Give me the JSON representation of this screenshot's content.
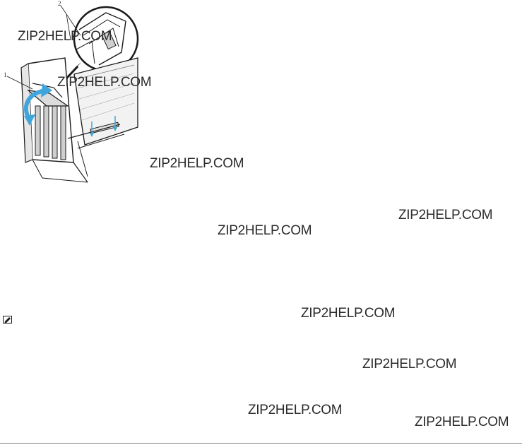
{
  "figure": {
    "callouts": [
      "1",
      "2"
    ]
  },
  "watermarks": [
    "ZIP2HELP.COM",
    "ZIP2HELP.COM",
    "ZIP2HELP.COM",
    "ZIP2HELP.COM",
    "ZIP2HELP.COM",
    "ZIP2HELP.COM",
    "ZIP2HELP.COM",
    "ZIP2HELP.COM",
    "ZIP2HELP.COM"
  ],
  "icons": {
    "note": "note-pencil-icon"
  },
  "colors": {
    "arrow": "#3ea6dc",
    "line_art": "#1a1a1a",
    "background": "#ffffff"
  }
}
